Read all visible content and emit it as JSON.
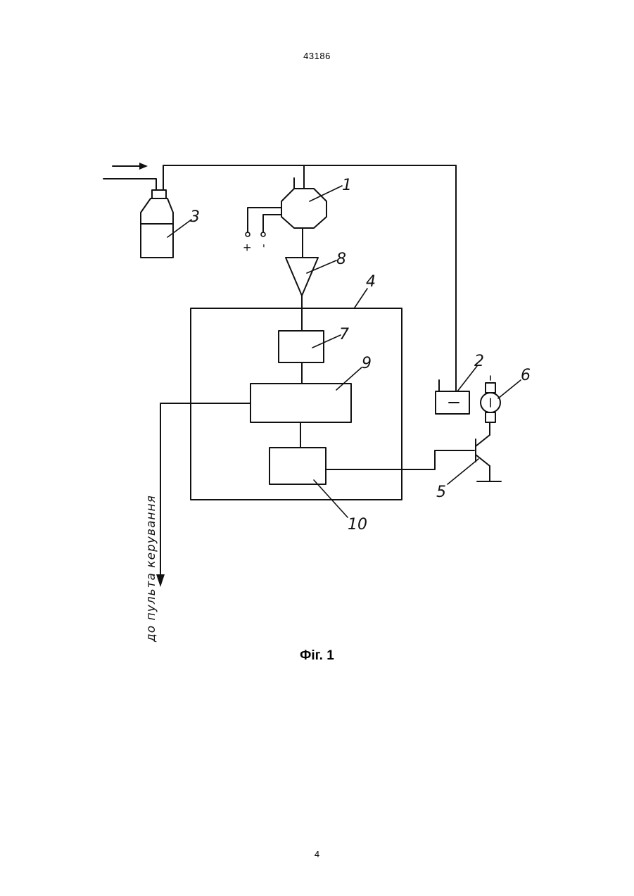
{
  "header": {
    "doc_number": "43186"
  },
  "footer": {
    "page_number": "4"
  },
  "figure": {
    "caption": "Фіг. 1",
    "labels": {
      "l1": "1",
      "l2": "2",
      "l3": "3",
      "l4": "4",
      "l5": "5",
      "l6": "6",
      "l7": "7",
      "l8": "8",
      "l9": "9",
      "l10": "10"
    },
    "terminals": {
      "plus": "+",
      "minus": "-"
    },
    "output_text": "до пульта керування"
  }
}
